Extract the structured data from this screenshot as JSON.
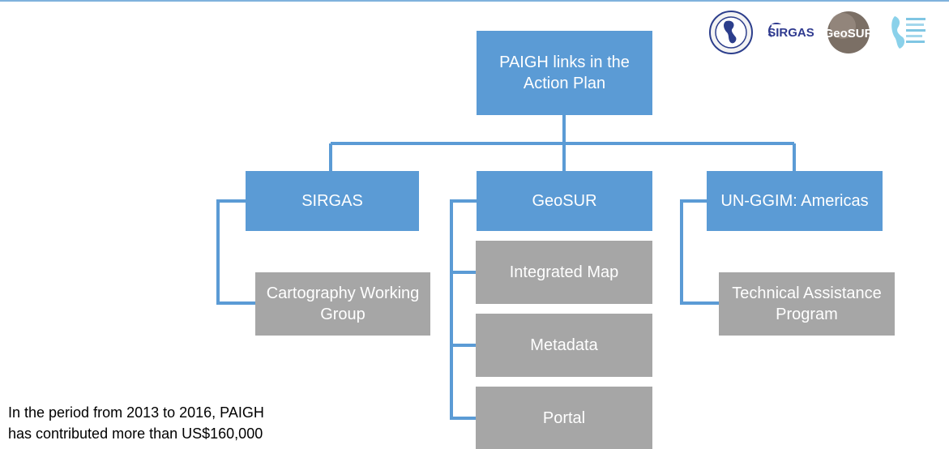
{
  "root": {
    "label": "PAIGH links in the\nAction Plan"
  },
  "branches": [
    {
      "label": "SIRGAS",
      "children": [
        "Cartography Working\nGroup"
      ]
    },
    {
      "label": "GeoSUR",
      "children": [
        "Integrated Map",
        "Metadata",
        "Portal"
      ]
    },
    {
      "label": "UN-GGIM: Americas",
      "children": [
        "Technical Assistance\nProgram"
      ]
    }
  ],
  "footnote": "In the period from 2013 to 2016, PAIGH\nhas contributed more than US$160,000",
  "logos": [
    {
      "name": "paigh-seal-logo",
      "text": ""
    },
    {
      "name": "sirgas-logo",
      "text": "SIRGAS"
    },
    {
      "name": "geosur-logo",
      "text": "GeoSUR"
    },
    {
      "name": "ungggim-americas-logo",
      "text": ""
    }
  ],
  "colors": {
    "node_blue": "#5b9bd5",
    "node_grey": "#a6a6a6",
    "connector": "#5b9bd5",
    "top_rule": "#7fb2dd"
  }
}
